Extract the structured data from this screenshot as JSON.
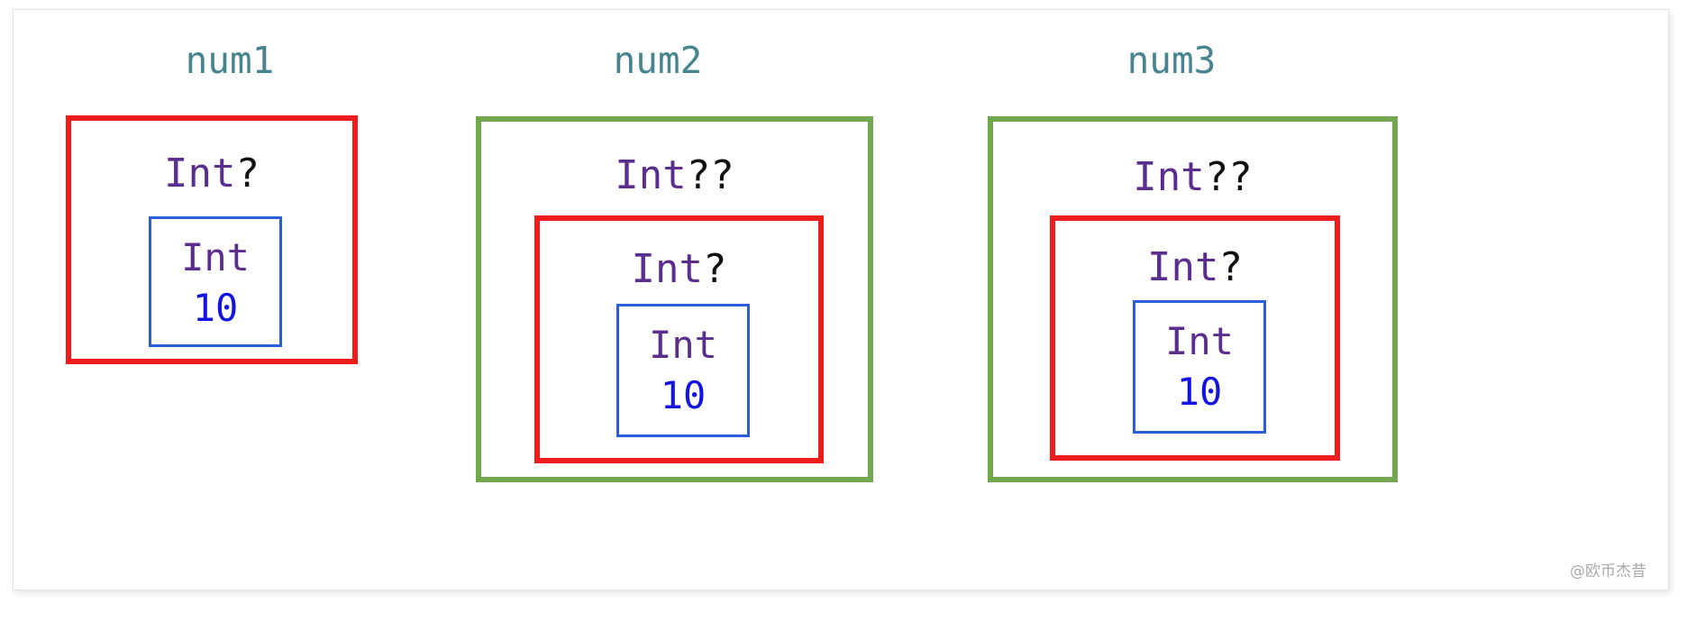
{
  "diagram": {
    "watermark": "@欧币杰昔",
    "colors": {
      "green_border": "#72a94f",
      "red_border": "#ee1d1d",
      "blue_border": "#2b5fd9",
      "title_text": "#46858f",
      "type_name_text": "#5b2d8e",
      "question_mark_text": "#111111",
      "value_text": "#1414e0",
      "canvas_background": "#ffffff"
    },
    "columns": [
      {
        "title": "num1",
        "outer": {
          "border_color_name": "red",
          "type_name": "Int",
          "type_suffix": "?",
          "type_label": "Int?"
        },
        "inner_value_box": {
          "border_color_name": "blue",
          "type_name": "Int",
          "value": "10"
        }
      },
      {
        "title": "num2",
        "outer": {
          "border_color_name": "green",
          "type_name": "Int",
          "type_suffix": "??",
          "type_label": "Int??"
        },
        "middle": {
          "border_color_name": "red",
          "type_name": "Int",
          "type_suffix": "?",
          "type_label": "Int?"
        },
        "inner_value_box": {
          "border_color_name": "blue",
          "type_name": "Int",
          "value": "10"
        }
      },
      {
        "title": "num3",
        "outer": {
          "border_color_name": "green",
          "type_name": "Int",
          "type_suffix": "??",
          "type_label": "Int??"
        },
        "middle": {
          "border_color_name": "red",
          "type_name": "Int",
          "type_suffix": "?",
          "type_label": "Int?"
        },
        "inner_value_box": {
          "border_color_name": "blue",
          "type_name": "Int",
          "value": "10"
        }
      }
    ]
  }
}
